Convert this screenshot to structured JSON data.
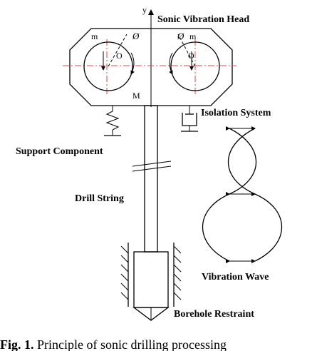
{
  "labels": {
    "axis_y": "y",
    "sonic_head": "Sonic Vibration Head",
    "isolation": "Isolation System",
    "support": "Support Component",
    "drill_string": "Drill String",
    "vibration_wave": "Vibration Wave",
    "borehole": "Borehole Restraint",
    "mass_left": "m",
    "mass_right": "m",
    "phase_left": "Ø",
    "phase_right": "Ø",
    "center_left": "O",
    "center_right": "O",
    "point_m": "M"
  },
  "caption": {
    "prefix": "Fig. 1.",
    "text": " Principle of sonic drilling processing"
  },
  "colors": {
    "centerline": "#e04848",
    "ink": "#000000"
  }
}
